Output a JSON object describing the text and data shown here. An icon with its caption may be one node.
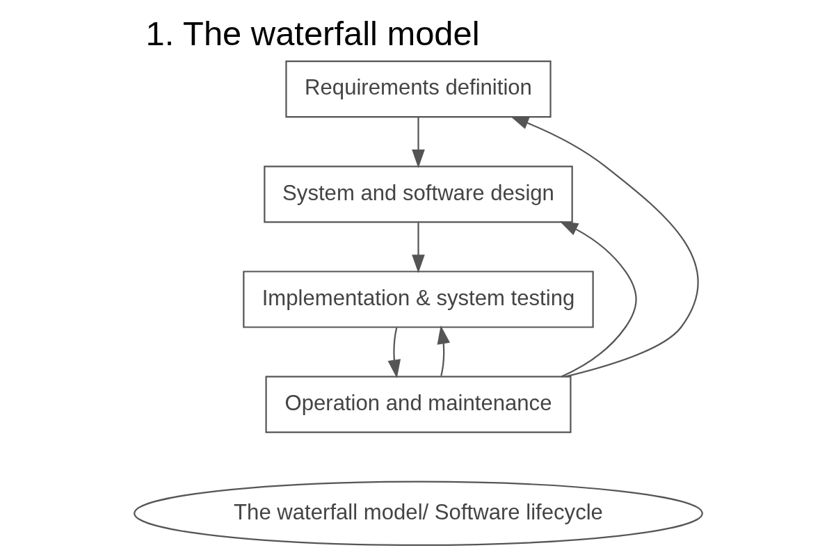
{
  "diagram": {
    "title": "1. The waterfall model",
    "nodes": [
      {
        "text": [
          "Requirements definition"
        ]
      },
      {
        "text": [
          "System and software design"
        ]
      },
      {
        "text": [
          "Implementation & system testing"
        ]
      },
      {
        "text": [
          "Operation and maintenance"
        ]
      },
      {
        "text": [
          "The waterfall model/ Software lifecycle"
        ]
      }
    ],
    "edges": [
      {
        "from": 0,
        "to": 1,
        "arrow": "to"
      },
      {
        "from": 1,
        "to": 2,
        "arrow": "to"
      },
      {
        "from": 2,
        "to": 3,
        "arrow": "to"
      },
      {
        "from": 3,
        "to": 2,
        "arrow": "to"
      },
      {
        "from": 3,
        "to": 1,
        "arrow": "to"
      },
      {
        "from": 3,
        "to": 0,
        "arrow": "to"
      }
    ]
  }
}
